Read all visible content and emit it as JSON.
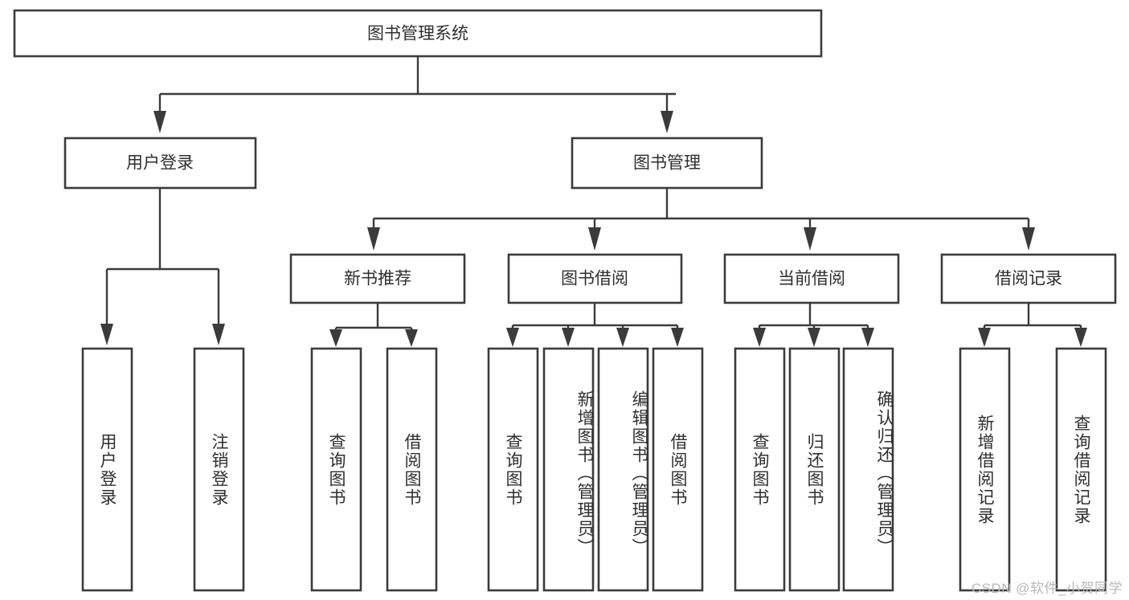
{
  "diagram": {
    "type": "tree-hierarchy-chart",
    "title": "图书管理系统",
    "watermark": "CSDN @软件_小贺同学",
    "colors": {
      "background": "#ffffff",
      "box_stroke": "#3b3b3b",
      "box_fill": "#ffffff",
      "connector": "#3b3b3b",
      "text": "#2f2f2f",
      "watermark_text": "#b9b9b9"
    },
    "root": {
      "label": "图书管理系统",
      "orientation": "horizontal"
    },
    "level1": [
      {
        "label": "用户登录",
        "orientation": "horizontal"
      },
      {
        "label": "图书管理",
        "orientation": "horizontal"
      }
    ],
    "level2": [
      {
        "label": "新书推荐",
        "orientation": "horizontal"
      },
      {
        "label": "图书借阅",
        "orientation": "horizontal"
      },
      {
        "label": "当前借阅",
        "orientation": "horizontal"
      },
      {
        "label": "借阅记录",
        "orientation": "horizontal"
      }
    ],
    "leaves": {
      "user_login": [
        {
          "label": "用户登录",
          "orientation": "vertical"
        },
        {
          "label": "注销登录",
          "orientation": "vertical"
        }
      ],
      "new_book_recommend": [
        {
          "label": "查询图书",
          "orientation": "vertical"
        },
        {
          "label": "借阅图书",
          "orientation": "vertical"
        }
      ],
      "book_borrow": [
        {
          "label": "查询图书",
          "orientation": "vertical"
        },
        {
          "label": "新增图书（管理员）",
          "orientation": "vertical"
        },
        {
          "label": "编辑图书（管理员）",
          "orientation": "vertical"
        },
        {
          "label": "借阅图书",
          "orientation": "vertical"
        }
      ],
      "current_borrow": [
        {
          "label": "查询图书",
          "orientation": "vertical"
        },
        {
          "label": "归还图书",
          "orientation": "vertical"
        },
        {
          "label": "确认归还（管理员）",
          "orientation": "vertical"
        }
      ],
      "borrow_record": [
        {
          "label": "新增借阅记录",
          "orientation": "vertical"
        },
        {
          "label": "查询借阅记录",
          "orientation": "vertical"
        }
      ]
    }
  }
}
